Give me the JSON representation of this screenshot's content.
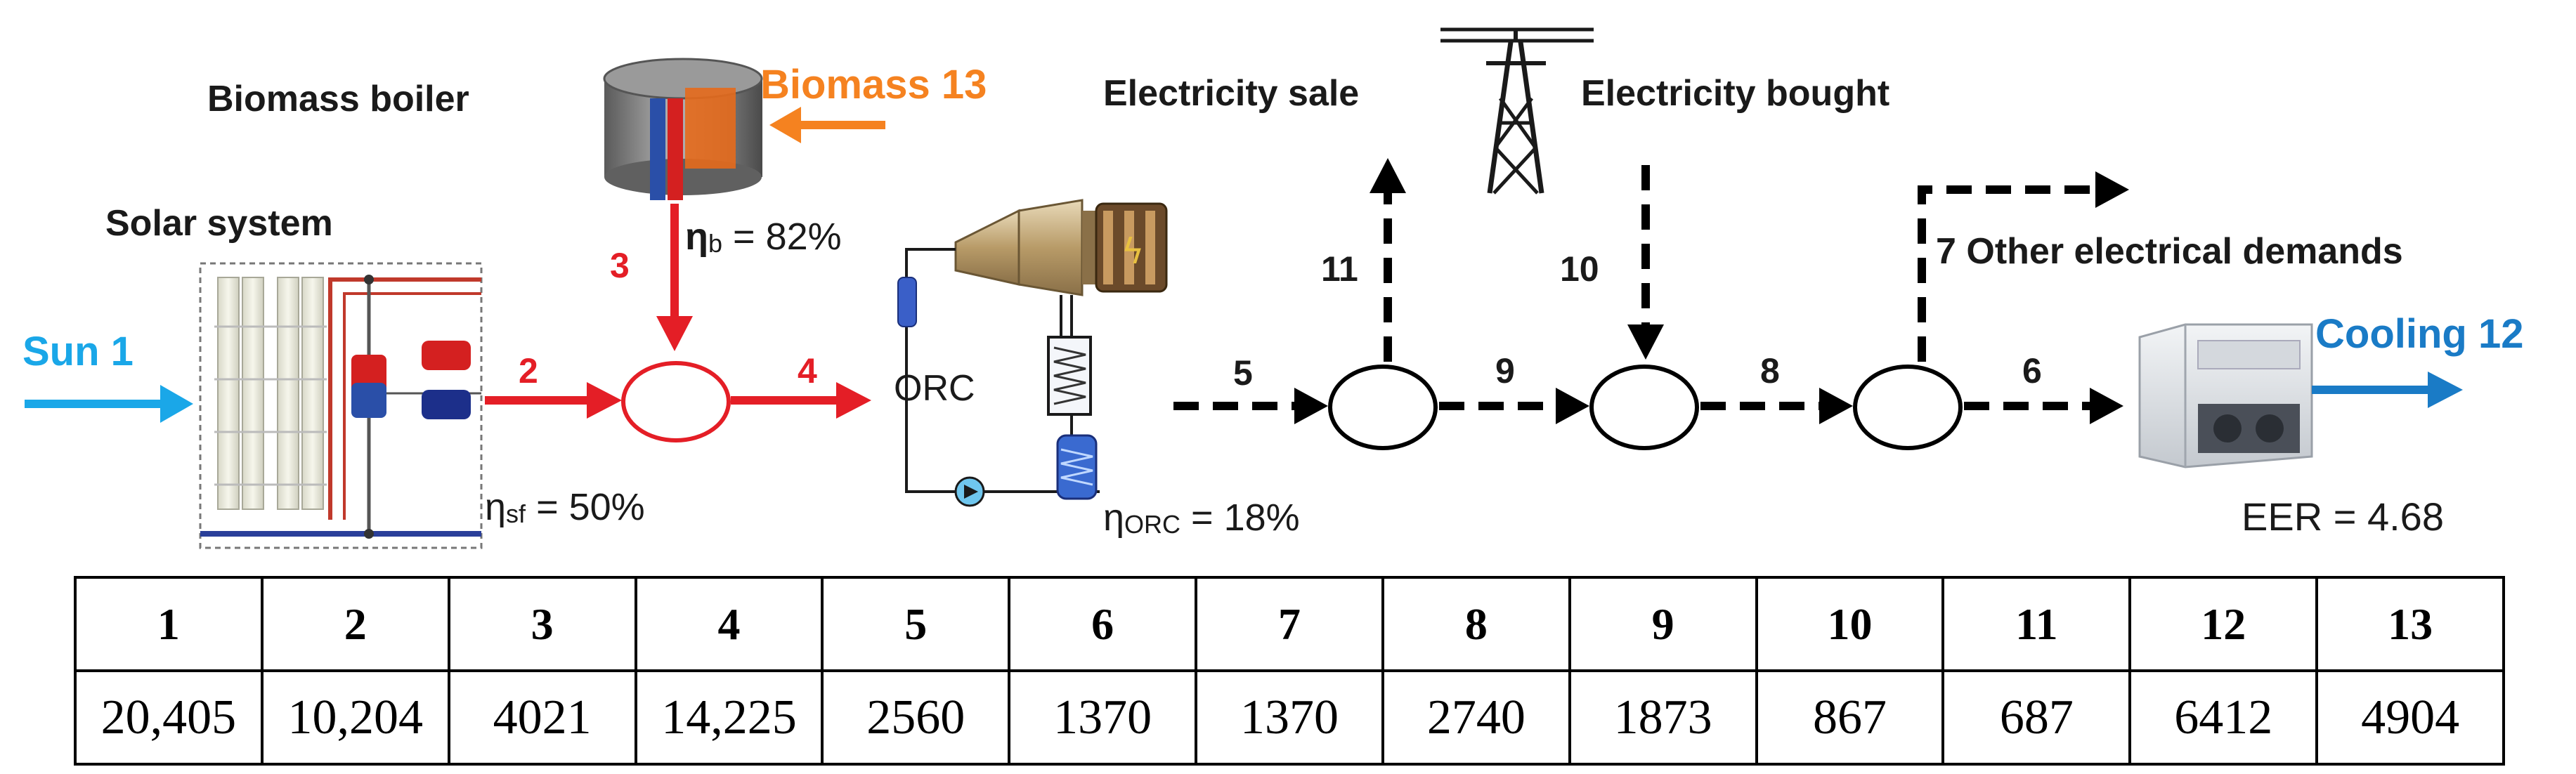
{
  "labels": {
    "biomass_boiler": "Biomass boiler",
    "solar_system": "Solar system",
    "biomass_input": "Biomass 13",
    "sun_input": "Sun 1",
    "electricity_sale": "Electricity sale",
    "electricity_bought": "Electricity bought",
    "other_demands": "7 Other electrical demands",
    "cooling_output": "Cooling 12",
    "orc": "ORC"
  },
  "efficiencies": {
    "boiler_symbol": "η",
    "boiler_sub": "b",
    "boiler_value": " = 82%",
    "solar_symbol": "η",
    "solar_sub": "sf",
    "solar_value": " = 50%",
    "orc_symbol": "η",
    "orc_sub": "ORC",
    "orc_value": " = 18%",
    "eer": "EER = 4.68"
  },
  "flow_numbers": {
    "f2": "2",
    "f3": "3",
    "f4": "4",
    "f5": "5",
    "f6": "6",
    "f8": "8",
    "f9": "9",
    "f10": "10",
    "f11": "11"
  },
  "colors": {
    "solar_flow": "#e41e26",
    "sun": "#1aa7e8",
    "biomass": "#f58220",
    "cooling": "#1a7bc6",
    "electric": "#000000"
  },
  "table": {
    "headers": [
      "1",
      "2",
      "3",
      "4",
      "5",
      "6",
      "7",
      "8",
      "9",
      "10",
      "11",
      "12",
      "13"
    ],
    "values": [
      "20,405",
      "10,204",
      "4021",
      "14,225",
      "2560",
      "1370",
      "1370",
      "2740",
      "1873",
      "867",
      "687",
      "6412",
      "4904"
    ]
  }
}
